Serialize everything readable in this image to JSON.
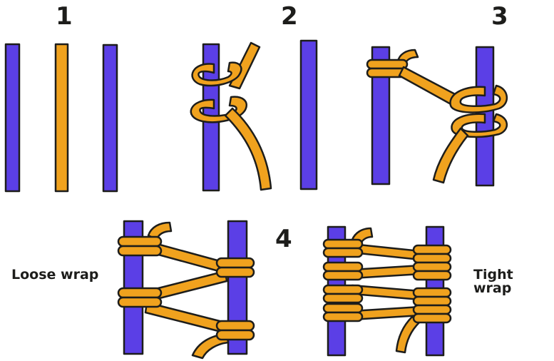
{
  "steps": {
    "one": "1",
    "two": "2",
    "three": "3",
    "four": "4"
  },
  "labels": {
    "loose": "Loose wrap",
    "tight": "Tight wrap"
  },
  "colors": {
    "post": "#5b3fe6",
    "cord": "#f0a21e",
    "outline": "#1d1d1b",
    "background": "#ffffff"
  }
}
